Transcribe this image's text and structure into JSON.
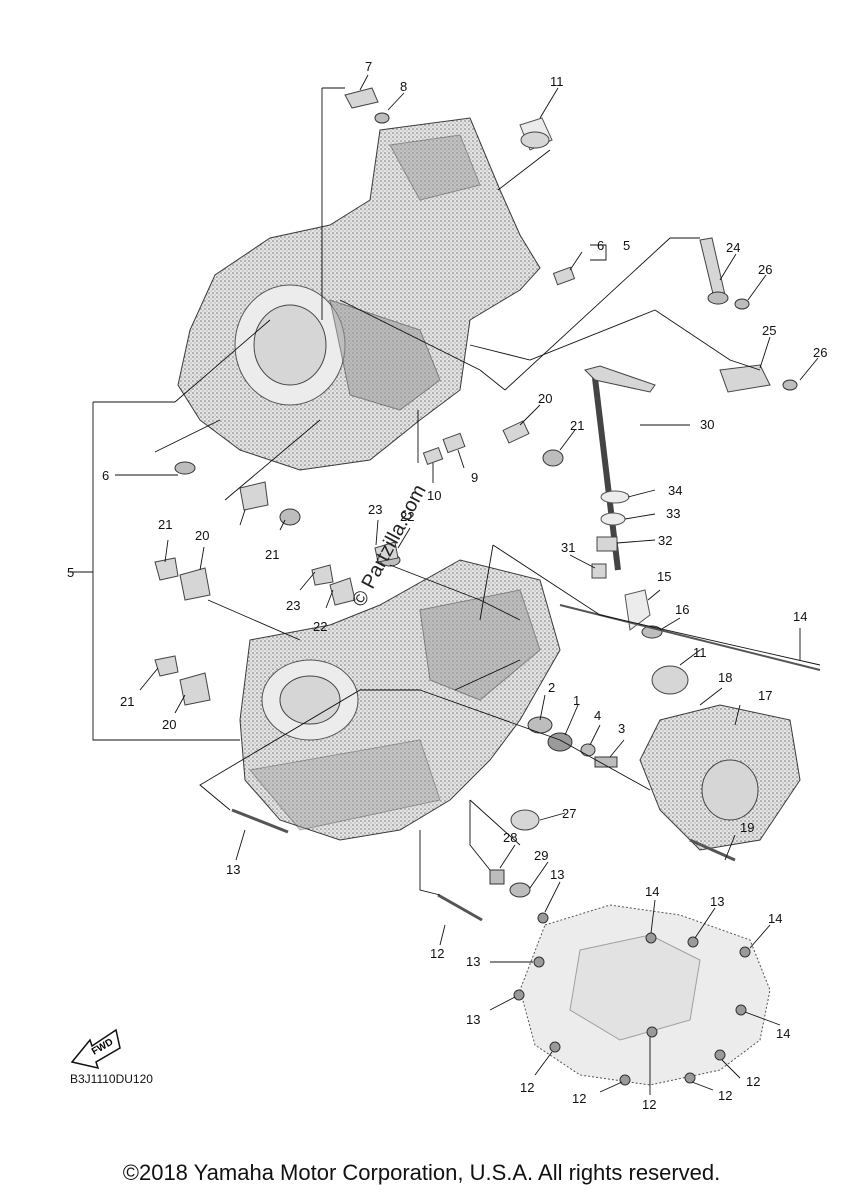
{
  "diagram": {
    "code": "B3J1110DU120",
    "fwd_label": "FWD",
    "copyright": "©2018 Yamaha Motor Corporation, U.S.A. All rights reserved.",
    "watermark": "© Partzilla.com"
  },
  "callouts": [
    "7",
    "8",
    "11",
    "6",
    "5",
    "24",
    "26",
    "25",
    "26",
    "20",
    "21",
    "30",
    "9",
    "10",
    "6",
    "34",
    "23",
    "22",
    "33",
    "21",
    "20",
    "21",
    "32",
    "31",
    "15",
    "5",
    "23",
    "22",
    "16",
    "14",
    "11",
    "18",
    "2",
    "1",
    "17",
    "4",
    "3",
    "21",
    "20",
    "27",
    "19",
    "28",
    "29",
    "13",
    "13",
    "14",
    "13",
    "14",
    "12",
    "13",
    "13",
    "14",
    "12",
    "12",
    "12",
    "12",
    "12"
  ]
}
